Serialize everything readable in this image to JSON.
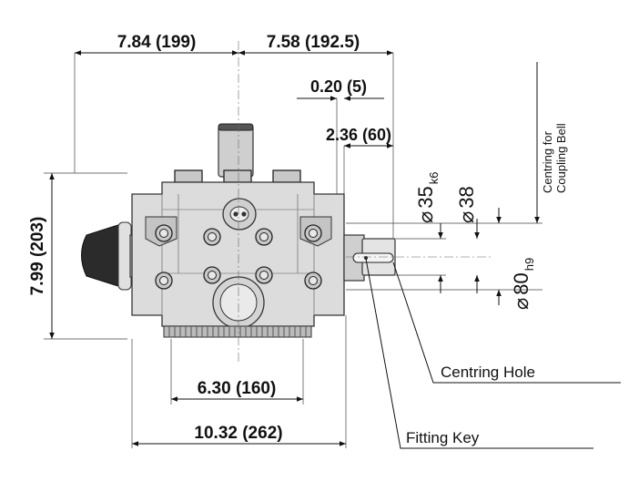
{
  "dimensions": {
    "top_left_width": "7.84 (199)",
    "top_right_width": "7.58 (192.5)",
    "offset": "0.20 (5)",
    "shaft_length": "2.36 (60)",
    "height": "7.99 (203)",
    "base_width": "6.30 (160)",
    "overall_width": "10.32 (262)"
  },
  "diameters": {
    "d35": {
      "symbol": "⌀",
      "value": "35",
      "tolerance": "k6"
    },
    "d38": {
      "symbol": "⌀",
      "value": "38"
    },
    "d80": {
      "symbol": "⌀",
      "value": "80",
      "tolerance": "h9"
    }
  },
  "labels": {
    "centring_line1": "Centring for",
    "centring_line2": "Coupling Bell",
    "centring_hole": "Centring Hole",
    "fitting_key": "Fitting Key"
  }
}
